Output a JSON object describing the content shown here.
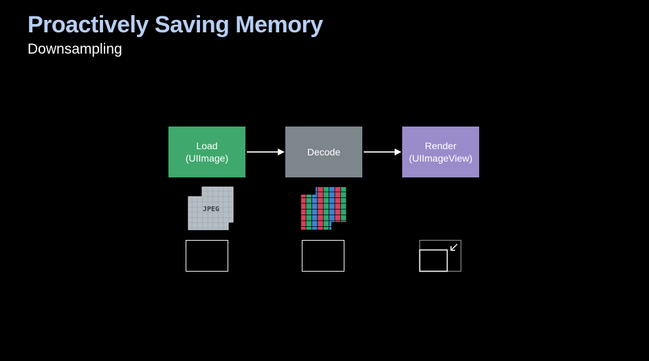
{
  "header": {
    "title": "Proactively Saving Memory",
    "subtitle": "Downsampling"
  },
  "pipeline": {
    "stages": [
      {
        "line1": "Load",
        "line2": "(UIImage)",
        "color": "#3fa86d"
      },
      {
        "line1": "Decode",
        "line2": "",
        "color": "#7d868b"
      },
      {
        "line1": "Render",
        "line2": "(UIImageView)",
        "color": "#9a8ccb"
      }
    ],
    "jpeg_label": "JPEG"
  },
  "colors": {
    "title": "#b8cef2",
    "background": "#000000",
    "jpeg_tile": "#b4bcc4",
    "bitmap_red": "#d8405b",
    "bitmap_green": "#2fa76e",
    "bitmap_blue": "#3d83cf"
  }
}
